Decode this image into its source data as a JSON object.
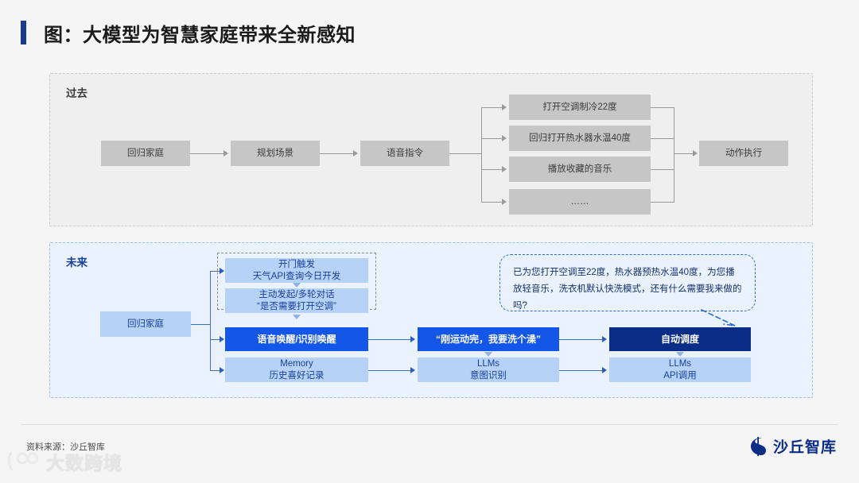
{
  "title": "图：大模型为智慧家庭带来全新感知",
  "past": {
    "label": "过去",
    "nodes": {
      "home": "回归家庭",
      "plan": "规划场景",
      "voice": "语音指令",
      "action": "动作执行"
    },
    "parallel": [
      "打开空调制冷22度",
      "回归打开热水器水温40度",
      "播放收藏的音乐",
      "……"
    ]
  },
  "future": {
    "label": "未来",
    "nodes": {
      "home": "回归家庭",
      "trigger": "开门触发\n天气API查询今日开发",
      "proactive": "主动发起/多轮对话\n“是否需要打开空调”",
      "wake": "语音唤醒/识别唤醒",
      "memory": "Memory\n历史喜好记录",
      "utterance": "“刚运动完，我要洗个澡”",
      "llm_intent": "LLMs\n意图识别",
      "schedule": "自动调度",
      "llm_api": "LLMs\nAPI调用"
    },
    "bubble": "已为您打开空调至22度，热水器预热水温40度，为您播放轻音乐，洗衣机默认快洗模式，还有什么需要我来做的吗?"
  },
  "footer": {
    "source": "资料来源：沙丘智库",
    "logo_text": "沙丘智库",
    "watermark_text": "大数跨境"
  },
  "colors": {
    "accent_navy": "#0c2d85",
    "accent_blue": "#1356e8",
    "light_blue": "#b6d2f6",
    "gray_node": "#c6c6c6",
    "past_bg": "#efefef",
    "future_bg": "#eaf3fd"
  }
}
